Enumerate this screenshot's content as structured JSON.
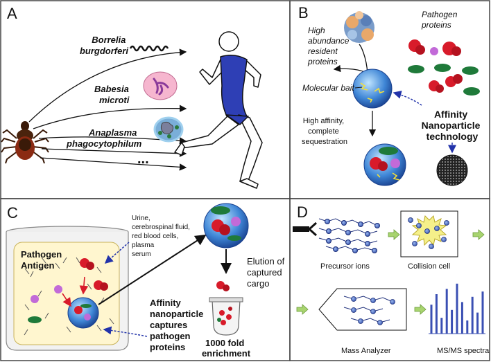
{
  "panel_a": {
    "letter": "A",
    "pathogens": [
      {
        "line1": "Borrelia",
        "line2": "burgdorferi"
      },
      {
        "line1": "Babesia",
        "line2": "microti"
      },
      {
        "line1": "Anaplasma",
        "line2": "phagocytophilum"
      }
    ],
    "ellipsis": "..."
  },
  "panel_b": {
    "letter": "B",
    "resident_lines": [
      "High",
      "abundance",
      "resident",
      "proteins"
    ],
    "pathogen_lines": [
      "Pathogen",
      "proteins"
    ],
    "bait": "Molecular bait",
    "sequestration_lines": [
      "High affinity,",
      "complete",
      "sequestration"
    ],
    "technology_lines": [
      "Affinity",
      "Nanoparticle",
      "technology"
    ]
  },
  "panel_c": {
    "letter": "C",
    "fluids": [
      "Urine,",
      "cerebrospinal fluid,",
      "red blood cells,",
      "plasma",
      "serum"
    ],
    "antigen_lines": [
      "Pathogen",
      "Antigen"
    ],
    "elution_lines": [
      "Elution of",
      "captured",
      "cargo"
    ],
    "capture_lines": [
      "Affinity",
      "nanoparticle",
      "captures",
      "pathogen",
      "proteins"
    ],
    "enrichment_lines": [
      "1000 fold",
      "enrichment"
    ]
  },
  "panel_d": {
    "letter": "D",
    "precursor": "Precursor ions",
    "collision": "Collision cell",
    "analyzer": "Mass Analyzer",
    "spectra": "MS/MS spectra",
    "spectrum_peaks": [
      0.55,
      0.75,
      0.3,
      0.85,
      0.45,
      0.95,
      0.6,
      0.25,
      0.7,
      0.4,
      0.8
    ]
  },
  "colors": {
    "border": "#444444",
    "tick": "#8b2a12",
    "runner_suit": "#2e3fb5",
    "bead": "#2a6fc4",
    "protein_red": "#d81b2a",
    "protein_green": "#1f7a3a",
    "ion_node": "#2f4fa8",
    "arrow_green": "#a8d46f",
    "peak": "#3a4fb3",
    "jar_fill": "#fff6cf"
  }
}
